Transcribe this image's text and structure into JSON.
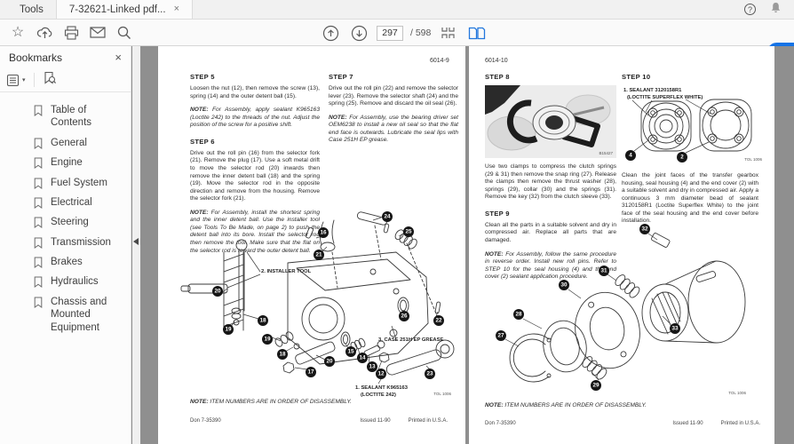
{
  "colors": {
    "accent_blue": "#1473e6",
    "doc_background": "#8f8f8f",
    "toolbar_bg": "#fafafa",
    "tabbar_bg": "#f1f1f1",
    "page_bg": "#ffffff"
  },
  "icons": {
    "star": "☆",
    "close": "×",
    "caret_down": "▾",
    "collapse_left": "◀",
    "help": "?"
  },
  "tabbar": {
    "tools_tab": "Tools",
    "doc_tab": "7-32621-Linked pdf...",
    "close": "×",
    "help": "?"
  },
  "toolbar": {
    "page_current": "297",
    "page_total": "/ 598"
  },
  "sidebar": {
    "title": "Bookmarks",
    "close": "×",
    "items": [
      "Table of Contents",
      "General",
      "Engine",
      "Fuel System",
      "Electrical",
      "Steering",
      "Transmission",
      "Brakes",
      "Hydraulics",
      "Chassis and Mounted Equipment"
    ]
  },
  "doc": {
    "left": {
      "pagenum": "6014-9",
      "s5": {
        "h": "STEP 5",
        "body": "Loosen the nut (12), then remove the screw (13), spring (14) and the outer detent ball (15).",
        "note_l": "NOTE:",
        "note": "For Assembly, apply sealant K965163 (Loctite 242) to the threads of the nut. Adjust the position of the screw for a positive shift."
      },
      "s6": {
        "h": "STEP 6",
        "body": "Drive out the roll pin (16) from the selector fork (21). Remove the plug (17). Use a soft metal drift to move the selector rod (20) inwards then remove the inner detent ball (18) and the spring (19). Move the selector rod in the opposite direction and remove from the housing. Remove the selector fork (21).",
        "note_l": "NOTE:",
        "note": "For Assembly, install the shortest spring and the inner detent ball. Use the installer tool (see Tools To Be Made, on page 2) to push the detent ball into its bore. Install the selector rod then remove the tool. Make sure that the flat on the selector rod is toward the outer detent ball."
      },
      "s7": {
        "h": "STEP 7",
        "body": "Drive out the roll pin (22) and remove the selector lever (23). Remove the selector shaft (24) and the spring (25). Remove and discard the oil seal (26).",
        "note_l": "NOTE:",
        "note": "For Assembly, use the bearing driver set OEM6238 to install a new oil seal so that the flat end face is outwards. Lubricate the seal lips with Case 251H EP grease."
      },
      "diagram": {
        "label_tool": "2. INSTALLER TOOL",
        "label_grease": "3. CASE 251H EP GREASE",
        "label_sealant1": "1. SEALANT K965163",
        "label_sealant2": "(LOCTITE 242)",
        "fig": "TOL 1006",
        "callouts": [
          "24",
          "25",
          "16",
          "21",
          "20",
          "18",
          "19",
          "19",
          "18",
          "17",
          "20",
          "15",
          "14",
          "13",
          "12",
          "26",
          "22",
          "23"
        ]
      },
      "items_note_l": "NOTE:",
      "items_note": "ITEM NUMBERS ARE IN ORDER OF DISASSEMBLY.",
      "foot_left": "Don 7-35390",
      "foot_issued": "Issued 11-90",
      "foot_printed": "Printed in U.S.A."
    },
    "right": {
      "pagenum": "6014-10",
      "s8": {
        "h": "STEP 8",
        "photo_ref": "B15427",
        "body": "Use two clamps to compress the clutch springs (29 & 31) then remove the snap ring (27). Release the clamps then remove the thrust washer (28), springs (29), collar (30) and the springs (31). Remove the key (32) from the clutch sleeve (33)."
      },
      "s9": {
        "h": "STEP 9",
        "body": "Clean all the parts in a suitable solvent and dry in compressed air. Replace all parts that are damaged.",
        "note_l": "NOTE:",
        "note": "For Assembly, follow the same procedure in reverse order. Install new roll pins. Refer to STEP 10 for the seal housing (4) and the end cover (2) sealant application procedure."
      },
      "s10": {
        "h": "STEP 10",
        "label1": "1. SEALANT 3120158R1",
        "label2": "(LOCTITE SUPERFLEX WHITE)",
        "fig": "TOL 1006",
        "callout_a": "4",
        "callout_b": "2",
        "body": "Clean the joint faces of the transfer gearbox housing, seal housing (4) and the end cover (2) with a suitable solvent and dry in compressed air. Apply a continuous 3 mm diameter bead of sealant 3120158R1 (Loctite Superflex White) to the joint face of the seal housing and the end cover before installation."
      },
      "diagram": {
        "fig": "TOL 1006",
        "callouts": [
          "32",
          "31",
          "30",
          "28",
          "27",
          "29",
          "33"
        ]
      },
      "items_note_l": "NOTE:",
      "items_note": "ITEM NUMBERS ARE IN ORDER OF DISASSEMBLY.",
      "foot_left": "Don 7-35390",
      "foot_issued": "Issued 11-90",
      "foot_printed": "Printed in U.S.A."
    }
  }
}
